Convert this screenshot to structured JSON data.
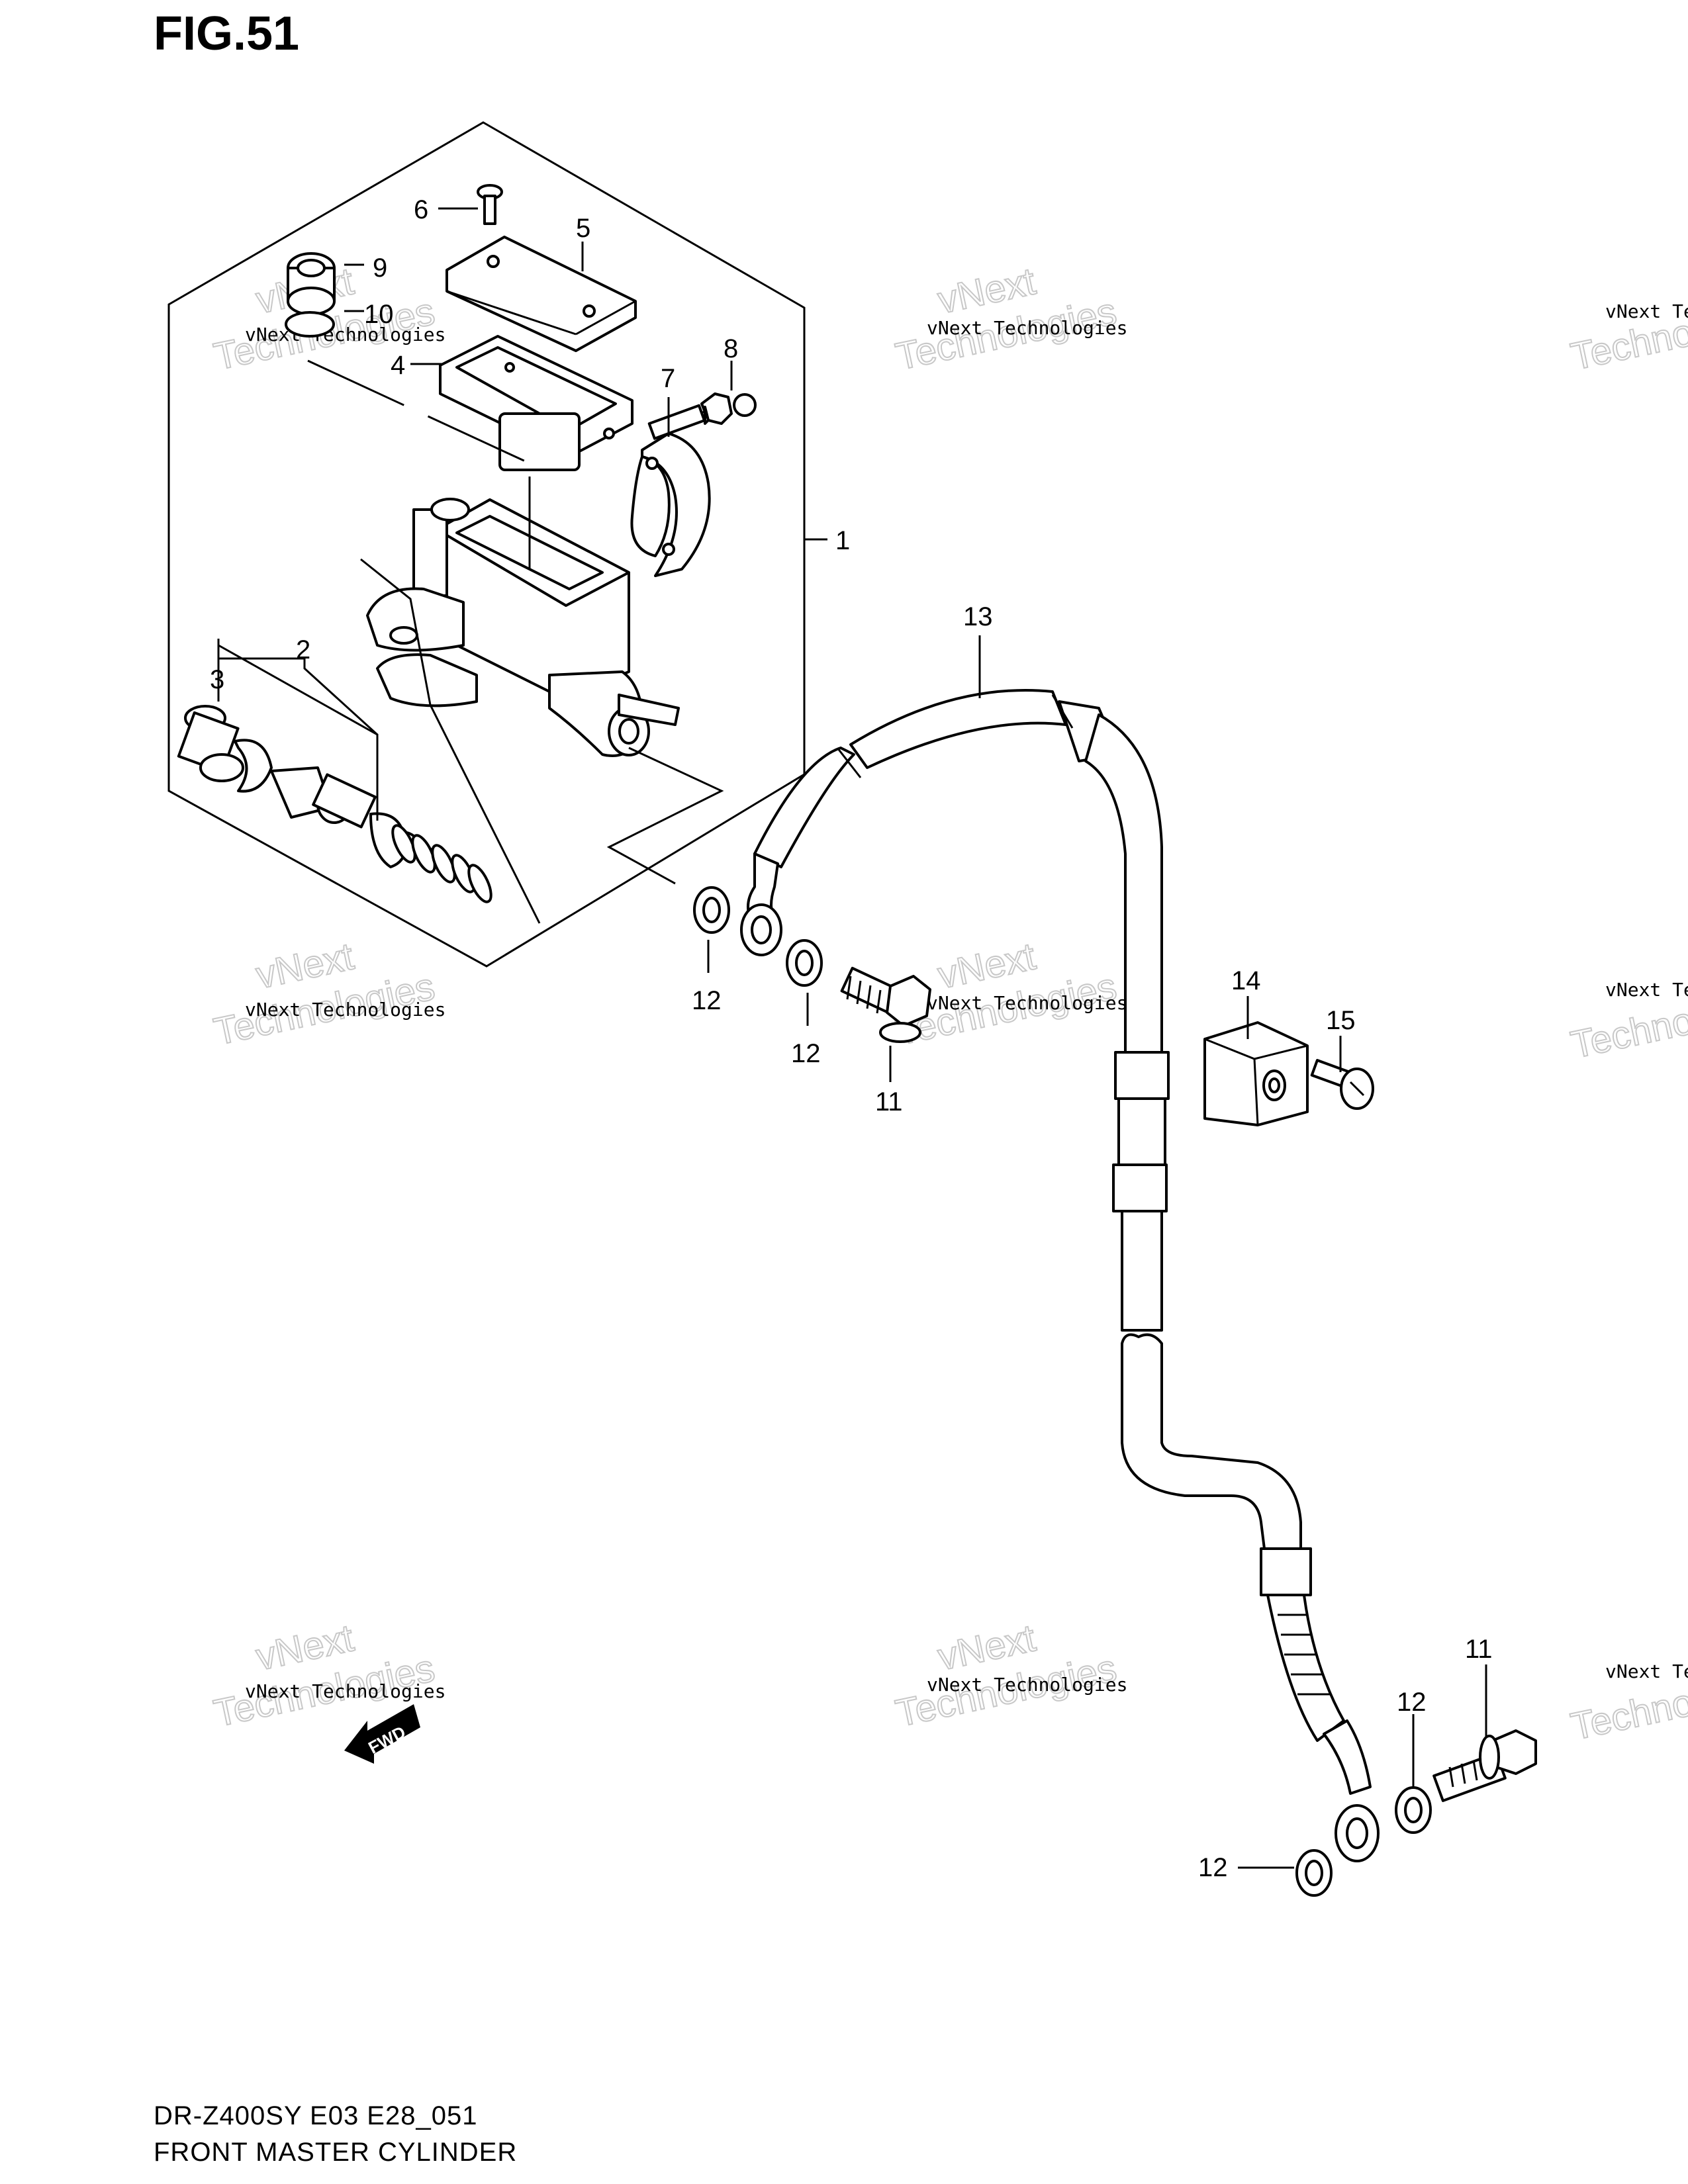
{
  "figure": {
    "title": "FIG.51"
  },
  "footer": {
    "model_code": "DR-Z400SY E03 E28_051",
    "diagram_name": "FRONT MASTER CYLINDER"
  },
  "watermark": {
    "line_small": "vNext Technologies",
    "line_big": "Technologies",
    "line_top": "vNext"
  },
  "fwd_arrow": {
    "label": "FWD"
  },
  "callouts": [
    {
      "id": "c1",
      "number": "1"
    },
    {
      "id": "c2",
      "number": "2"
    },
    {
      "id": "c3",
      "number": "3"
    },
    {
      "id": "c4",
      "number": "4"
    },
    {
      "id": "c5",
      "number": "5"
    },
    {
      "id": "c6",
      "number": "6"
    },
    {
      "id": "c7",
      "number": "7"
    },
    {
      "id": "c8",
      "number": "8"
    },
    {
      "id": "c9",
      "number": "9"
    },
    {
      "id": "c10",
      "number": "10"
    },
    {
      "id": "c11a",
      "number": "11"
    },
    {
      "id": "c11b",
      "number": "11"
    },
    {
      "id": "c12a",
      "number": "12"
    },
    {
      "id": "c12b",
      "number": "12"
    },
    {
      "id": "c12c",
      "number": "12"
    },
    {
      "id": "c12d",
      "number": "12"
    },
    {
      "id": "c13",
      "number": "13"
    },
    {
      "id": "c14",
      "number": "14"
    },
    {
      "id": "c15",
      "number": "15"
    }
  ]
}
